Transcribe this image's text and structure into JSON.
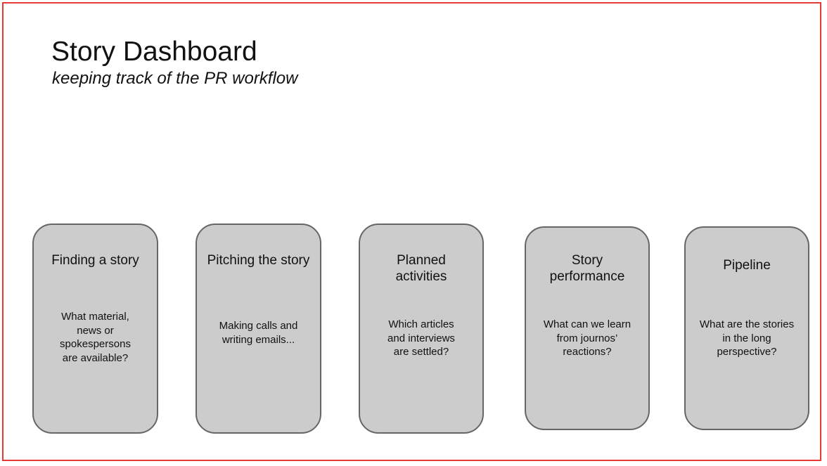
{
  "header": {
    "title": "Story Dashboard",
    "subtitle": "keeping track of the PR workflow"
  },
  "cards": [
    {
      "title": "Finding a story",
      "description": "What material, news or spokespersons are available?"
    },
    {
      "title": "Pitching the story",
      "description": "Making calls and writing emails..."
    },
    {
      "title": "Planned activities",
      "description": "Which articles and interviews are settled?"
    },
    {
      "title": "Story performance",
      "description": "What can we learn from journos’ reactions?"
    },
    {
      "title": "Pipeline",
      "description": "What are the stories in the long perspective?"
    }
  ],
  "colors": {
    "frame_border": "#e53935",
    "card_fill": "#cccccc",
    "card_border": "#666666"
  }
}
